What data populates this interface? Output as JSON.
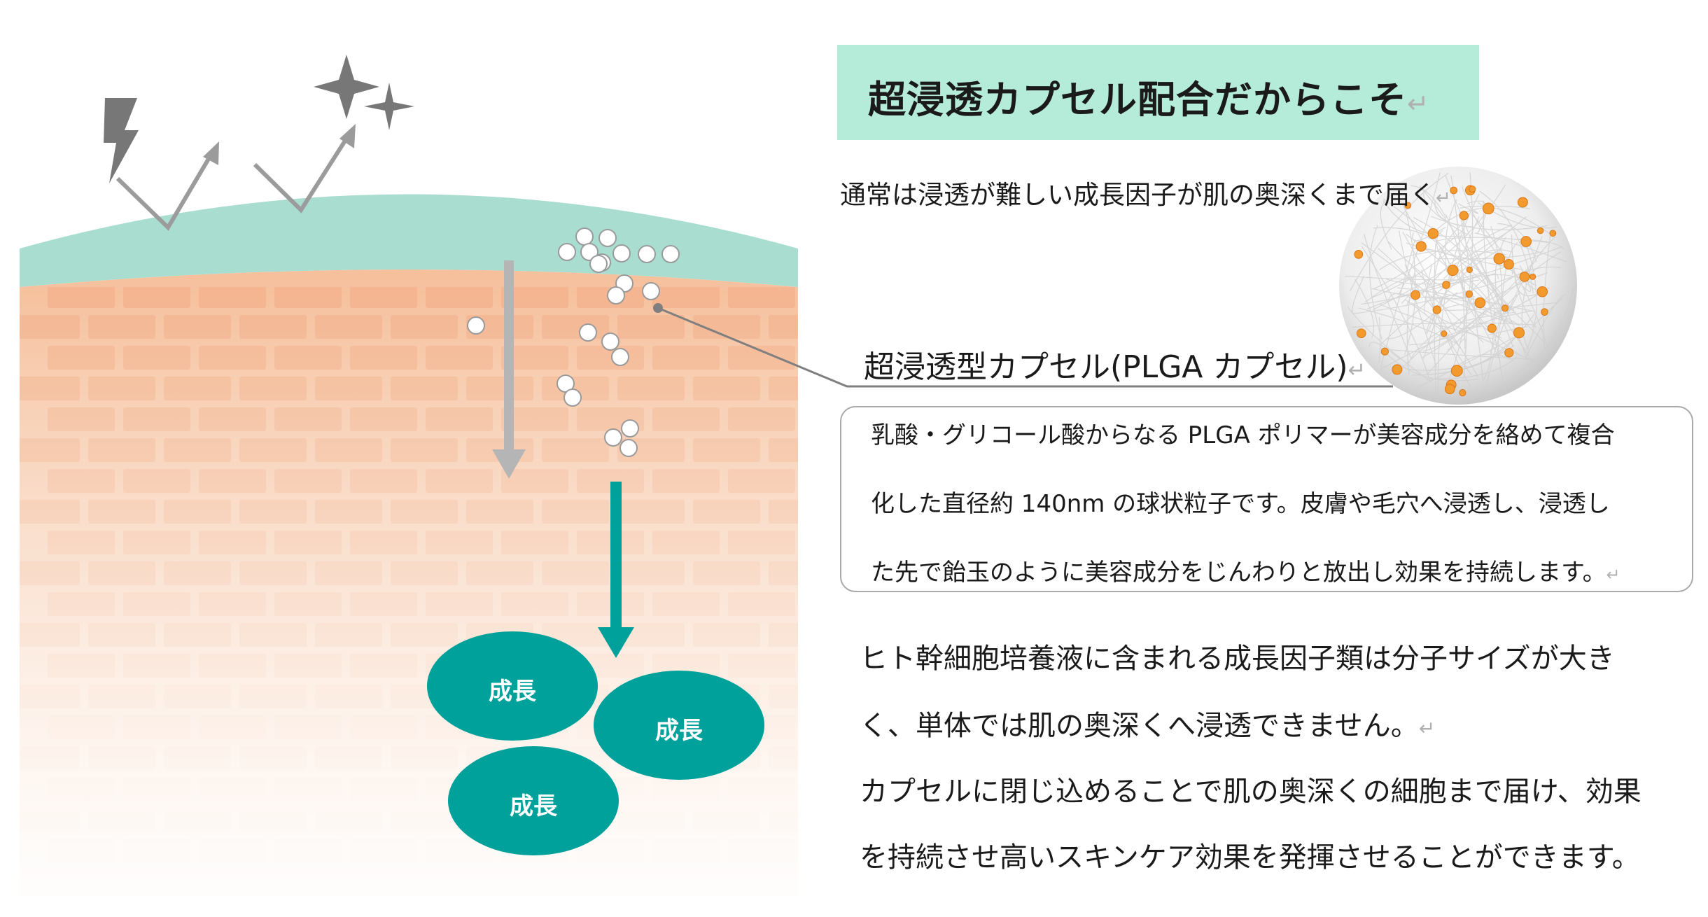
{
  "title": "超浸透カプセル配合だからこそ",
  "return_mark": "↵",
  "subtitle": "通常は浸透が難しい成長因子が肌の奥深くまで届く",
  "capsule_title": "超浸透型カプセル(PLGA カプセル)",
  "capsule_description": [
    "乳酸・グリコール酸からなる PLGA ポリマーが美容成分を絡めて複合",
    "化した直径約 140nm の球状粒子です。皮膚や毛穴へ浸透し、浸透し",
    "た先で飴玉のように美容成分をじんわりと放出し効果を持続します。"
  ],
  "body_paragraphs": [
    "ヒト幹細胞培養液に含まれる成長因子類は分子サイズが大き",
    "く、単体では肌の奥深くへ浸透できません。",
    "カプセルに閉じ込めることで肌の奥深くの細胞まで届け、効果",
    "を持続させ高いスキンケア効果を発揮させることができます。"
  ],
  "growth_labels": [
    "成長",
    "成長",
    "成長"
  ],
  "colors": {
    "title_bg": "#b5ebd9",
    "skin_top_layer": "#a8ddd0",
    "skin": "#f6c4a3",
    "brick": "#f2b08a",
    "teal": "#00a19b",
    "gray_arrow": "#b5b5b5"
  },
  "icons": [
    "lightning-icon",
    "sparkle-icon",
    "reflect-arrow-icon",
    "down-arrow-icon",
    "capsule-sphere-icon"
  ]
}
